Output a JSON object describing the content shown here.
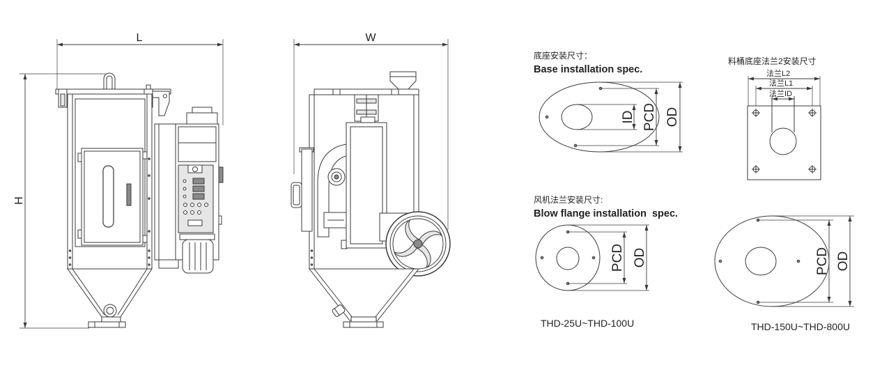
{
  "dimensions": {
    "length": "L",
    "width": "W",
    "height": "H"
  },
  "base_spec": {
    "title_cn": "底座安装尺寸：",
    "title_en": "Base installation spec.",
    "id_label": "ID",
    "pcd_label": "PCD",
    "od_label": "OD"
  },
  "hopper_flange_spec": {
    "title_cn": "料桶底座法兰2安装尺寸",
    "l2_label": "法兰L2",
    "l1_label": "法兰L1",
    "id_label": "法兰ID"
  },
  "blow_flange_spec": {
    "title_cn": "风机法兰安装尺寸:",
    "title_en": "Blow flange installation  spec.",
    "small": {
      "pcd_label": "PCD",
      "od_label": "OD",
      "models": "THD-25U~THD-100U"
    },
    "large": {
      "pcd_label": "PCD",
      "od_label": "OD",
      "models": "THD-150U~THD-800U"
    }
  }
}
